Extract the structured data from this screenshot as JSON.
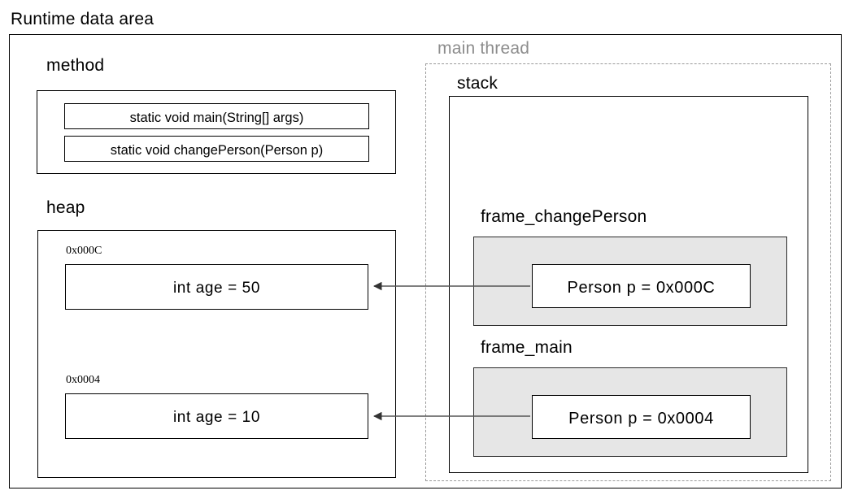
{
  "diagram": {
    "title": "Runtime data area",
    "sections": {
      "method": {
        "heading": "method",
        "entries": [
          {
            "label": "static void main(String[] args)"
          },
          {
            "label": "static void changePerson(Person p)"
          }
        ]
      },
      "heap": {
        "heading": "heap",
        "objects": [
          {
            "address": "0x000C",
            "field": "int age = 50"
          },
          {
            "address": "0x0004",
            "field": "int age = 10"
          }
        ]
      },
      "thread": {
        "heading": "main thread",
        "stack": {
          "heading": "stack",
          "frames": [
            {
              "name": "frame_changePerson",
              "variable": "Person p = 0x000C"
            },
            {
              "name": "frame_main",
              "variable": "Person p = 0x0004"
            }
          ]
        }
      }
    },
    "references": [
      {
        "from": "frame_changePerson.p",
        "to": "heap.0x000C"
      },
      {
        "from": "frame_main.p",
        "to": "heap.0x0004"
      }
    ],
    "colors": {
      "outline": "#000000",
      "frame_fill": "#e6e6e6",
      "thread_border": "#9a9a9a",
      "thread_text": "#8c8c8c",
      "arrow": "#555555",
      "background": "#ffffff"
    }
  }
}
